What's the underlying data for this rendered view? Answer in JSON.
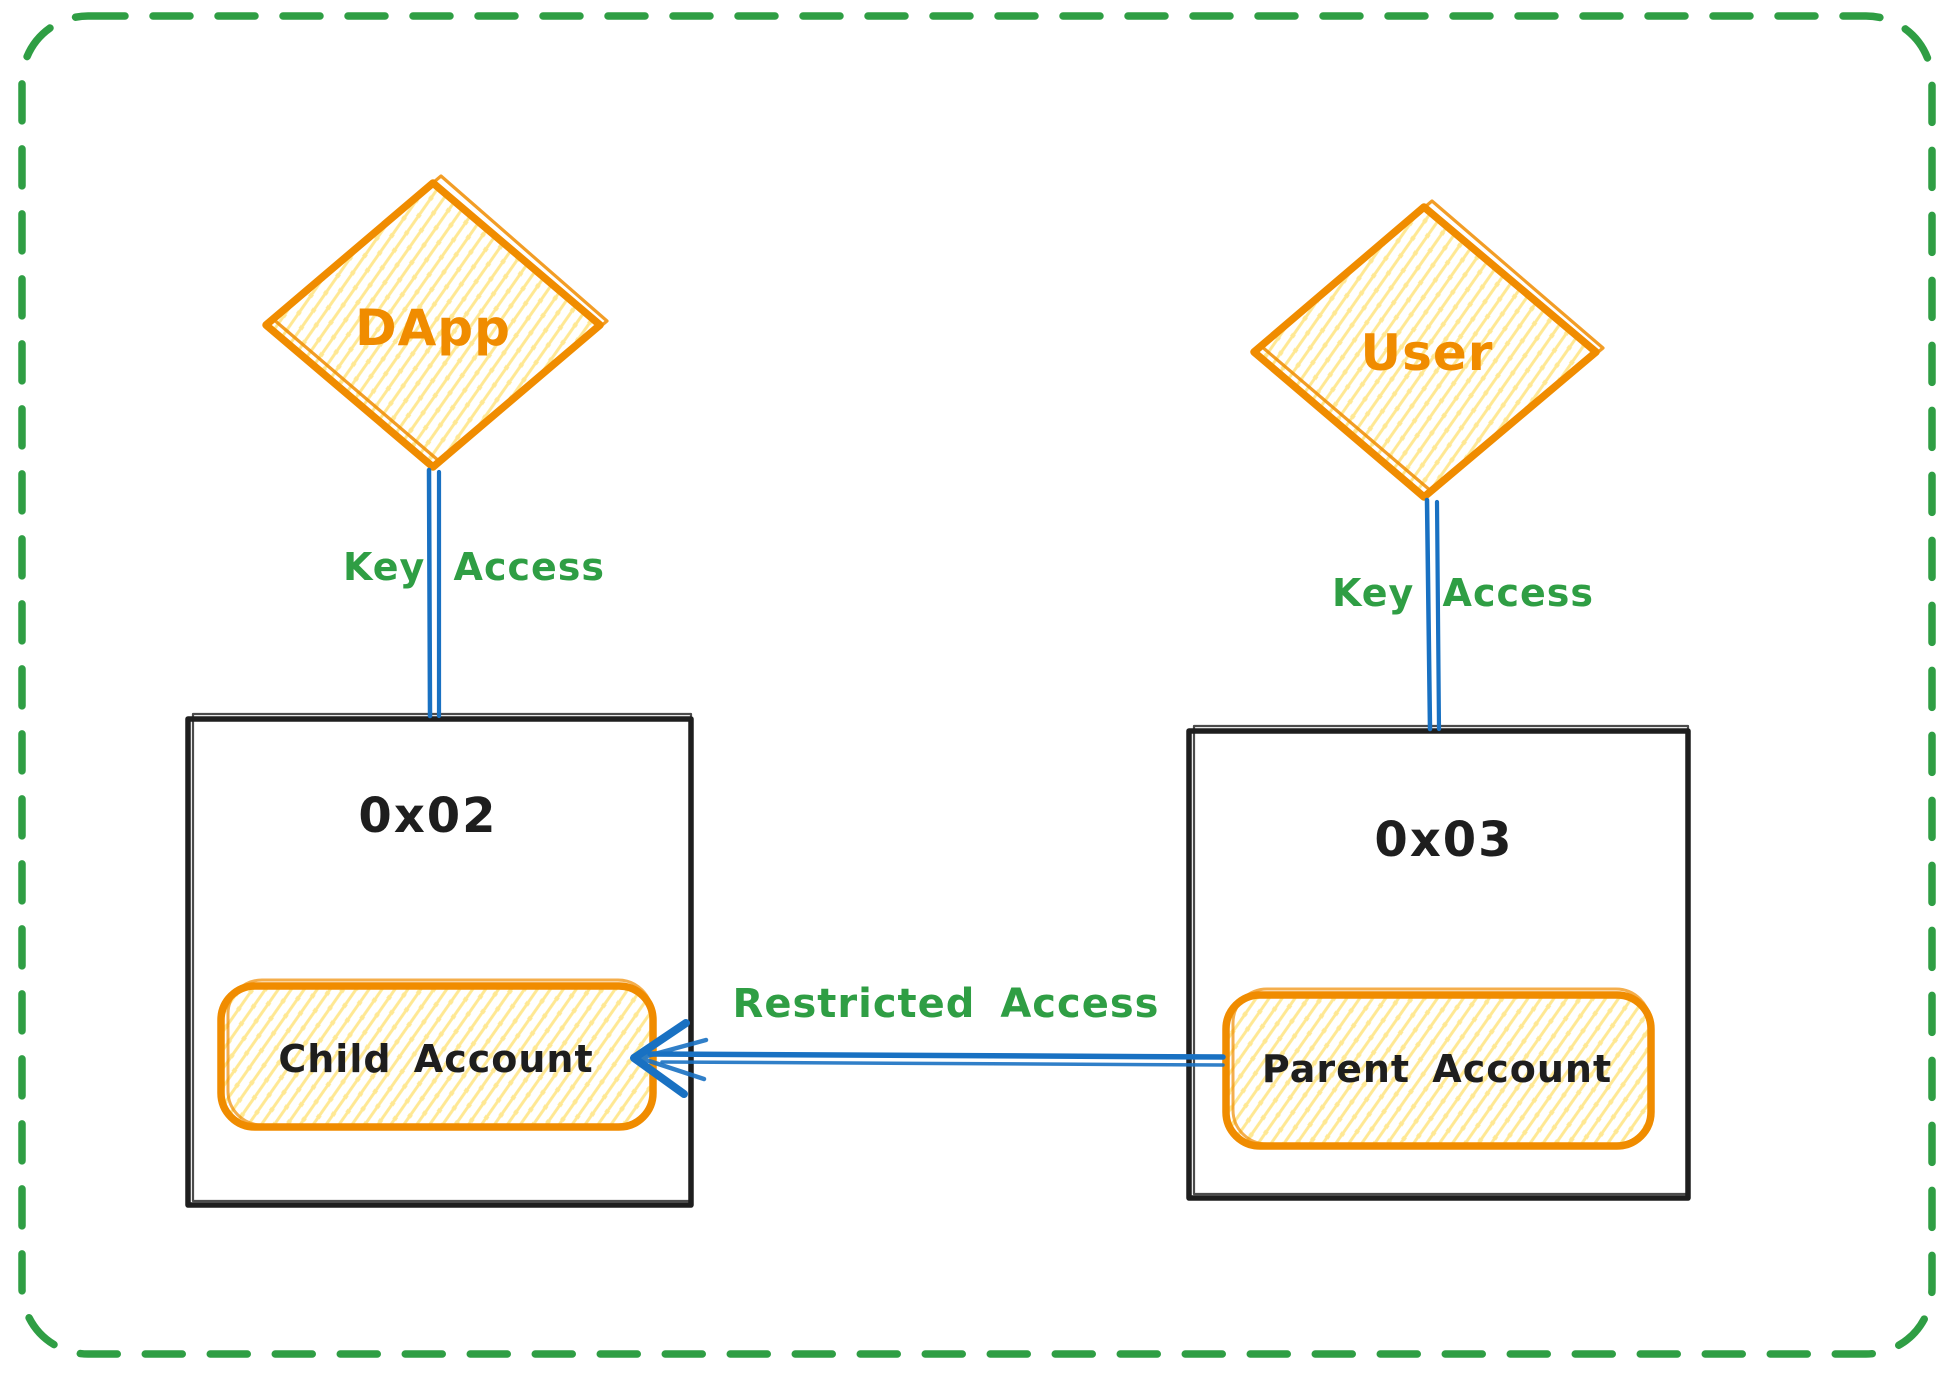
{
  "diagram": {
    "style": "hand-drawn sketch",
    "border": {
      "color": "#2f9e44",
      "line_style": "dashed"
    },
    "nodes": {
      "dapp": {
        "label": "DApp",
        "shape": "diamond"
      },
      "user": {
        "label": "User",
        "shape": "diamond"
      },
      "account_0x02": {
        "label": "0x02",
        "shape": "rectangle"
      },
      "account_0x03": {
        "label": "0x03",
        "shape": "rectangle"
      },
      "child_account": {
        "label": "Child Account",
        "shape": "rounded-rectangle"
      },
      "parent_account": {
        "label": "Parent Account",
        "shape": "rounded-rectangle"
      }
    },
    "edges": {
      "dapp_key_access": {
        "label": "Key Access",
        "from": "DApp",
        "to": "0x02"
      },
      "user_key_access": {
        "label": "Key Access",
        "from": "User",
        "to": "0x03"
      },
      "restricted_access": {
        "label": "Restricted Access",
        "from": "Parent Account",
        "to": "Child Account"
      }
    },
    "colors": {
      "stroke_black": "#1e1e1e",
      "accent_orange": "#f08c00",
      "hatch_yellow": "#ffd43b",
      "connector_blue": "#1971c2",
      "label_green": "#2f9e44"
    }
  }
}
